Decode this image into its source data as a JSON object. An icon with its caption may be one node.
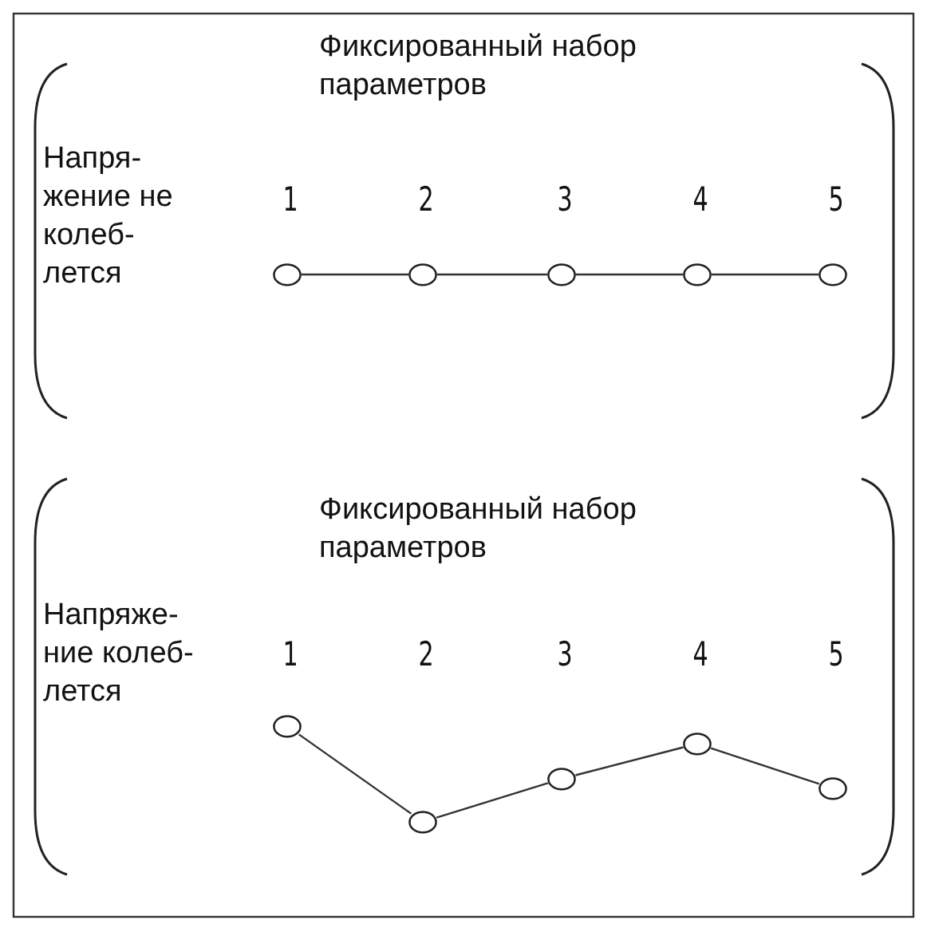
{
  "diagram": {
    "nodes": [
      {
        "text": [],
        "shape": "circle"
      },
      {
        "text": [],
        "shape": "circle"
      },
      {
        "text": [],
        "shape": "circle"
      },
      {
        "text": [],
        "shape": "circle"
      },
      {
        "text": [],
        "shape": "circle"
      },
      {
        "text": [],
        "shape": "circle"
      },
      {
        "text": [],
        "shape": "circle"
      },
      {
        "text": [],
        "shape": "circle"
      },
      {
        "text": [],
        "shape": "circle"
      },
      {
        "text": [],
        "shape": "circle"
      }
    ],
    "edges": [
      {
        "from": 0,
        "to": 1,
        "arrow": "none"
      },
      {
        "from": 1,
        "to": 2,
        "arrow": "none"
      },
      {
        "from": 2,
        "to": 3,
        "arrow": "none"
      },
      {
        "from": 3,
        "to": 4,
        "arrow": "none"
      },
      {
        "from": 5,
        "to": 6,
        "arrow": "none"
      },
      {
        "from": 6,
        "to": 7,
        "arrow": "none"
      },
      {
        "from": 7,
        "to": 8,
        "arrow": "none"
      },
      {
        "from": 8,
        "to": 9,
        "arrow": "none"
      }
    ],
    "labels": [
      "Фиксированный набор параметров",
      "Напря- жение не колеб- лется",
      "1",
      "2",
      "3",
      "4",
      "5",
      "Фиксированный набор параметров",
      "Напряже- ние колеб- лется",
      "1",
      "2",
      "3",
      "4",
      "5"
    ]
  }
}
